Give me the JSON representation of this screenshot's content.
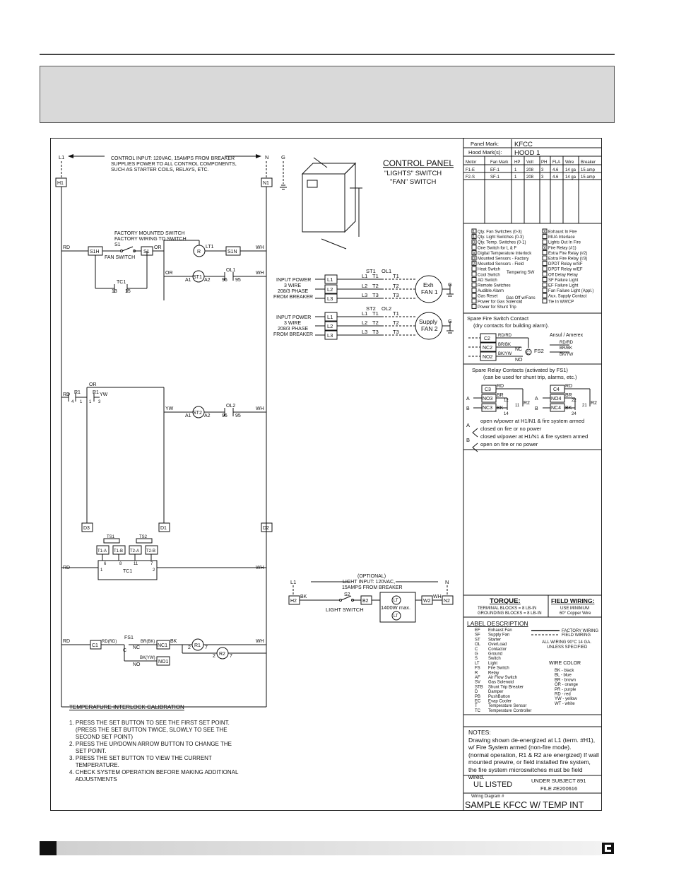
{
  "top_note": {
    "control_input_1": "CONTROL INPUT: 120VAC, 15AMPS FROM BREAKER",
    "control_input_2": "SUPPLIES POWER TO ALL CONTROL COMPONENTS,",
    "control_input_3": "SUCH AS STARTER COILS, RELAYS, ETC."
  },
  "control_panel": {
    "title": "CONTROL PANEL",
    "lights_switch": "\"LIGHTS\" SWITCH",
    "fan_switch": "\"FAN\" SWITCH"
  },
  "terminals": {
    "L1": "L1",
    "N": "N",
    "G": "G",
    "H1": "H1",
    "N1": "N1",
    "S1H": "S1H",
    "S1": "S1",
    "S1N": "S1N",
    "D3": "D3",
    "D1": "D1",
    "D2": "D2",
    "H2": "H2",
    "B2": "B2",
    "W2": "W2",
    "N2": "N2",
    "C1": "C1",
    "NC1": "NC1",
    "NO1": "NO1"
  },
  "wire_colors_labels": {
    "RD": "RD",
    "WH": "WH",
    "OR": "OR",
    "YW": "YW",
    "BK": "BK"
  },
  "circuit_labels": {
    "factory_mounted_1": "FACTORY MOUNTED SWITCH",
    "factory_mounted_2": "FACTORY WIRING TO SWITCH",
    "s1_label": "S1",
    "fan_switch": "FAN SWITCH",
    "r_lamp": "R",
    "lt1": "LT1",
    "tc1": "TC1",
    "tc1_contacts": "13",
    "tc1_contacts_b": "15",
    "st1": "ST1",
    "st2": "ST2",
    "ol1": "OL1",
    "ol2": "OL2",
    "a1": "A1",
    "a2": "A2",
    "n96": "96",
    "n95": "95",
    "r1": "R1",
    "r1_4": "4",
    "r1_1": "1",
    "r1_1b": "1",
    "r1_3": "3",
    "ts1": "TS1",
    "ts2": "TS2",
    "t1a": "T1-A",
    "t1b": "T1-B",
    "t2a": "T2-A",
    "t2b": "T2-B",
    "tc1_box": "TC1",
    "tc_pin_6": "6",
    "tc_pin_8": "8",
    "tc_pin_11": "11",
    "tc_pin_7": "7",
    "tc_pin_1": "1",
    "tc_pin_2": "2",
    "fs1": "FS1",
    "c_label": "C",
    "nc_label": "NC",
    "no_label": "NO",
    "rd_rd": "RD(RD)",
    "br_bk": "BR(BK)",
    "bk_yw": "BK(YW)",
    "r1_coil": "R1",
    "r2_coil": "R2",
    "coil_2": "2",
    "coil_7": "7"
  },
  "motors": {
    "input_power_1": "INPUT POWER",
    "input_power_2": "3 WIRE",
    "input_power_3": "208/3 PHASE",
    "input_power_4": "FROM BREAKER",
    "L1": "L1",
    "L2": "L2",
    "L3": "L3",
    "T1": "T1",
    "T2": "T2",
    "T3": "T3",
    "ST1": "ST1",
    "OL1": "OL1",
    "ST2": "ST2",
    "OL2": "OL2",
    "exh_fan_1": "Exh",
    "exh_fan_2": "FAN 1",
    "supply_fan_1": "Supply",
    "supply_fan_2": "FAN 2",
    "G": "G"
  },
  "light_circuit": {
    "optional": "(OPTIONAL)",
    "light_input_1": "LIGHT INPUT: 120VAC,",
    "light_input_2": "15AMPS FROM BREAKER",
    "light_switch": "LIGHT SWITCH",
    "s2": "S2",
    "max": "1400W max.",
    "lt": "LT",
    "L1": "L1",
    "N": "N",
    "BK": "BK",
    "WH": "WH"
  },
  "panel_table": {
    "panel_mark_label": "Panel Mark:",
    "panel_mark_value": "KFCC",
    "hood_mark_label": "Hood Mark(s):",
    "hood_mark_value": "HOOD 1",
    "headers": [
      "Motor",
      "Fan Mark",
      "HP",
      "Volt",
      "PH",
      "FLA",
      "Wire",
      "Breaker"
    ],
    "rows": [
      [
        "F1-E",
        "EF-1",
        "1",
        "208",
        "3",
        "4.6",
        "14 ga",
        "15 amp"
      ],
      [
        "F2-S",
        "SF-1",
        "1",
        "208",
        "3",
        "4.6",
        "14 ga",
        "15 amp"
      ]
    ]
  },
  "options_left": [
    {
      "mark": "1",
      "label": "Qty. Fan Switches (0-3)"
    },
    {
      "mark": "1",
      "label": "Qty. Light Switches (0-3)"
    },
    {
      "mark": "0",
      "label": "Qty. Temp. Switches (0-1)"
    },
    {
      "mark": "",
      "label": "One Switch for L & F"
    },
    {
      "mark": "X",
      "label": "Digital Temperature Interlock"
    },
    {
      "mark": "0",
      "label": "Mounted Sensors - Factory"
    },
    {
      "mark": "2",
      "label": "Mounted Sensors - Field"
    },
    {
      "mark": "",
      "label": "Heat Switch"
    },
    {
      "mark": "",
      "label": "Cool Switch"
    },
    {
      "mark": "",
      "label": "AD Switch"
    },
    {
      "mark": "",
      "label": "Remote Switches"
    },
    {
      "mark": "",
      "label": "Audible Alarm"
    },
    {
      "mark": "",
      "label": "Gas Reset"
    },
    {
      "mark": "",
      "label": "Power for Gas Solenoid"
    },
    {
      "mark": "",
      "label": "Power for Shunt Trip"
    }
  ],
  "options_left_extra": {
    "tempering": "Tempering SW",
    "gas_off": "Gas Off w/Fans"
  },
  "options_right": [
    {
      "mark": "X",
      "label": "Exhaust In Fire"
    },
    {
      "mark": "",
      "label": "MUA Interlace"
    },
    {
      "mark": "",
      "label": "Lights Out In Fire"
    },
    {
      "mark": "X",
      "label": "Fire Relay (#1)"
    },
    {
      "mark": "",
      "label": "Extra Fire Relay (#2)"
    },
    {
      "mark": "",
      "label": "Extra Fire Relay (#3)"
    },
    {
      "mark": "",
      "label": "DPDT Relay w/SF"
    },
    {
      "mark": "",
      "label": "DPDT Relay w/EF"
    },
    {
      "mark": "",
      "label": "Off Delay Relay"
    },
    {
      "mark": "",
      "label": "SF Failure Light"
    },
    {
      "mark": "",
      "label": "EF Failure Light"
    },
    {
      "mark": "",
      "label": "Fan Failure Light (Appl.)"
    },
    {
      "mark": "",
      "label": "Aux. Supply Contact"
    },
    {
      "mark": "",
      "label": "Tie In WWCP"
    }
  ],
  "spare_fire": {
    "title_1": "Spare Fire Switch Contact",
    "title_2": "(dry contacts for building alarm).",
    "ansul": "Ansul / Amerex",
    "c2": "C2",
    "nc2": "NC2",
    "no2": "NO2",
    "rd_rd": "RD/RD",
    "br_bk": "BR/BK",
    "bk_yw": "BK/YW",
    "c": "C",
    "nc": "NC",
    "no": "NO",
    "fs2": "FS2"
  },
  "spare_relay": {
    "title_1": "Spare Relay Contacts   (activated by FS1)",
    "title_2": "(can be used for shunt trip, alarms, etc.)",
    "c3": "C3",
    "nc3": "NC3",
    "no3": "NO3",
    "c4": "C4",
    "nc4": "NC4",
    "no4": "NO4",
    "rd": "RD",
    "br": "BR",
    "bk": "BK",
    "n12": "12",
    "n11": "11",
    "n14": "14",
    "n22": "22",
    "n21": "21",
    "n24": "24",
    "r2": "R2",
    "a": "A",
    "b": "B",
    "a_desc_1": "open w/power at H1/N1 & fire system armed",
    "a_desc_2": "closed on fire or no power",
    "b_desc_1": "closed w/power at H1/N1 & fire system armed",
    "b_desc_2": "open on fire or no power"
  },
  "torque": {
    "title": "TORQUE:",
    "line1": "TERMINAL BLOCKS = 8 LB-IN",
    "line2": "GROUNDING BLOCKS = 8 LB-IN",
    "field_title": "FIELD WIRING:",
    "field_1": "USE MINIMUM",
    "field_2": "60° Copper Wire"
  },
  "legend": {
    "title": "LABEL DESCRIPTION",
    "items": [
      [
        "EF",
        "Exhaust Fan"
      ],
      [
        "SF",
        "Supply Fan"
      ],
      [
        "ST",
        "Starter"
      ],
      [
        "OL",
        "OverLoad"
      ],
      [
        "C",
        "Contactor"
      ],
      [
        "G",
        "Ground"
      ],
      [
        "S",
        "Switch"
      ],
      [
        "LT",
        "Light"
      ],
      [
        "FS",
        "Fire Switch"
      ],
      [
        "R",
        "Relay"
      ],
      [
        "AF",
        "Air Flow Switch"
      ],
      [
        "SV",
        "Gas Solenoid"
      ],
      [
        "STB",
        "Shunt Trip Breaker"
      ],
      [
        "D",
        "Damper"
      ],
      [
        "PB",
        "PushButton"
      ],
      [
        "EC",
        "Evap Cooler"
      ],
      [
        "T",
        "Temperature Sensor"
      ],
      [
        "TC",
        "Temperature Controller"
      ]
    ],
    "factory_wiring": "FACTORY WIRING",
    "field_wiring": "FIELD WIRING",
    "all_wiring_1": "ALL WIRING 90°C 14 GA.",
    "all_wiring_2": "UNLESS SPECIFIED",
    "wire_color_title": "WIRE COLOR",
    "wire_colors": [
      "BK - black",
      "BL - blue",
      "BR - brown",
      "OR - orange",
      "PR - purple",
      "RD - red",
      "YW - yellow",
      "WT - white"
    ]
  },
  "notes": {
    "title": "NOTES:",
    "lines": [
      "Drawing shown de-energized at L1 (term. #H1),",
      "w/ Fire System armed (non-fire mode).",
      "(normal operation, R1 & R2 are energized) If wall",
      "mounted prewire, or field installed fire system,",
      "the fire system microswitches must be field wired."
    ]
  },
  "ul": {
    "listed": "UL LISTED",
    "under": "UNDER SUBJECT 891",
    "file": "FILE #E200616"
  },
  "footer": {
    "wiring_diagram": "Wiring Diagram #",
    "title": "SAMPLE KFCC W/ TEMP INT"
  },
  "calibration": {
    "title": "TEMPERATURE INTERLOCK CALIBRATION",
    "lines": [
      "1. PRESS THE SET BUTTON TO SEE THE FIRST SET POINT.",
      "    (PRESS THE SET BUTTON TWICE, SLOWLY TO SEE THE",
      "    SECOND SET POINT)",
      "2. PRESS THE UP/DOWN ARROW BUTTON TO CHANGE THE",
      "    SET POINT.",
      "3. PRESS THE SET BUTTON TO VIEW THE CURRENT",
      "    TEMPERATURE.",
      "4. CHECK SYSTEM OPERATION BEFORE MAKING ADDITIONAL",
      "    ADJUSTMENTS"
    ]
  }
}
